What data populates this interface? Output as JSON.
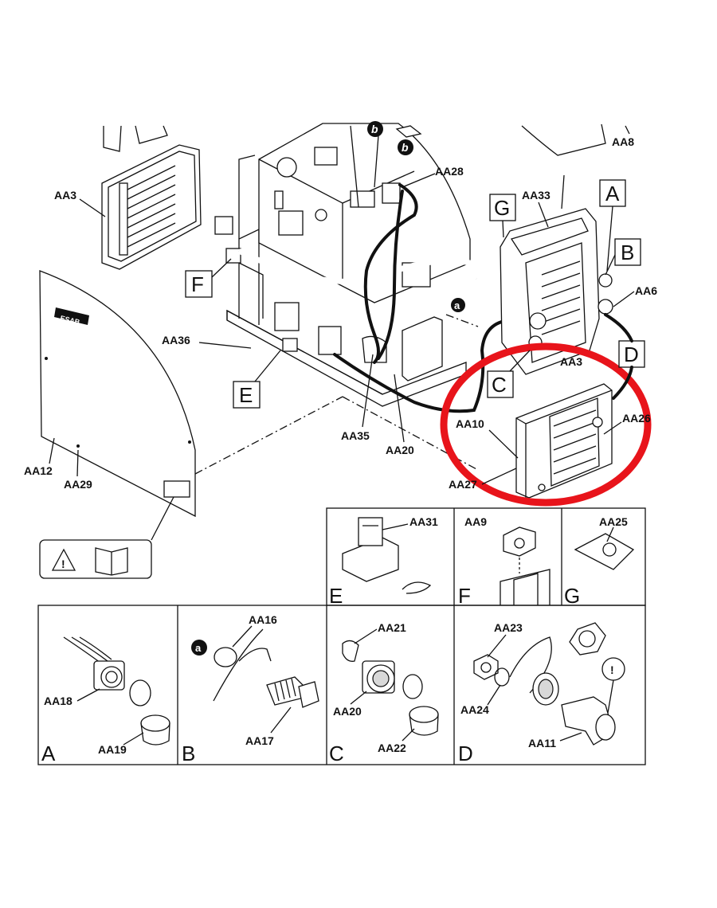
{
  "diagram": {
    "part_labels": {
      "aa3": "AA3",
      "aa8": "AA8",
      "aa28": "AA28",
      "aa33": "AA33",
      "aa6": "AA6",
      "aa36": "AA36",
      "aa12": "AA12",
      "aa29": "AA29",
      "aa35": "AA35",
      "aa20_main": "AA20",
      "aa10": "AA10",
      "aa26": "AA26",
      "aa27": "AA27",
      "aa3x": "AA3",
      "aa31": "AA31",
      "aa9": "AA9",
      "aa25": "AA25",
      "aa16": "AA16",
      "aa17": "AA17",
      "aa18": "AA18",
      "aa19": "AA19",
      "aa21": "AA21",
      "aa20_detail": "AA20",
      "aa22": "AA22",
      "aa23": "AA23",
      "aa24": "AA24",
      "aa11": "AA11"
    },
    "callouts": {
      "a": "A",
      "b": "B",
      "c": "C",
      "d": "D",
      "e": "E",
      "f": "F",
      "g": "G",
      "marker_a": "a",
      "marker_b": "b"
    },
    "panels": {
      "e": "E",
      "f": "F",
      "g": "G",
      "a": "A",
      "b": "B",
      "c": "C",
      "d": "D"
    },
    "logo_text": "ESAB",
    "highlight_color": "#e8141b"
  }
}
